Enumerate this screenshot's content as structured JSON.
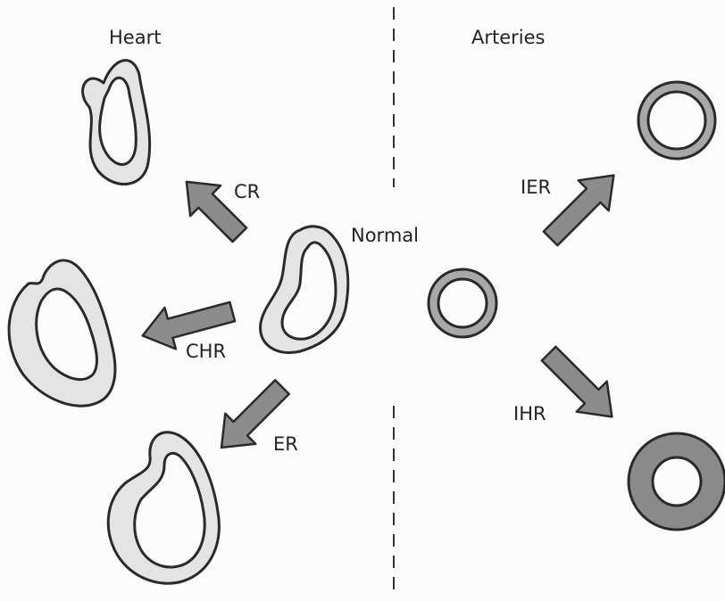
{
  "titles": {
    "heart": "Heart",
    "arteries": "Arteries"
  },
  "center_label": "Normal",
  "heart_arrows": {
    "cr": "CR",
    "chr": "CHR",
    "er": "ER"
  },
  "artery_arrows": {
    "ier": "IER",
    "ihr": "IHR"
  },
  "colors": {
    "background": "#fbfbfb",
    "outline": "#2a2a2a",
    "heart_fill": "#e4e4e4",
    "arrow_fill": "#8c8c8c",
    "artery_wall_normal": "#a8a8a8",
    "artery_wall_thick": "#8a8a8a"
  }
}
